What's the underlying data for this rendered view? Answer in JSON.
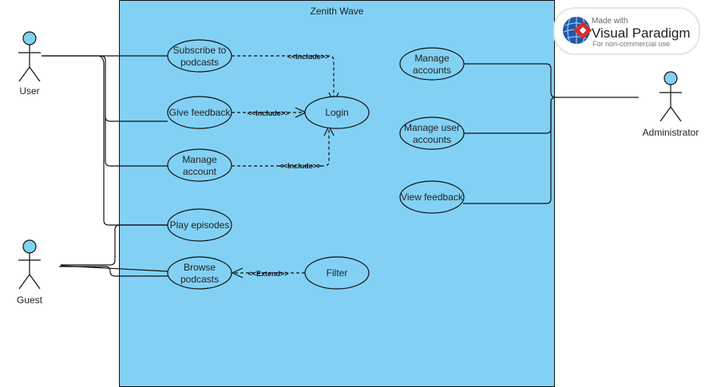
{
  "system": {
    "title": "Zenith Wave",
    "fill": "#82d1f5"
  },
  "actors": {
    "user": "User",
    "guest": "Guest",
    "admin": "Administrator"
  },
  "use_cases": {
    "subscribe": [
      "Subscribe to",
      "podcasts"
    ],
    "feedback": [
      "Give feedback"
    ],
    "manage_account": [
      "Manage",
      "account"
    ],
    "play": [
      "Play episodes"
    ],
    "browse": [
      "Browse",
      "podcasts"
    ],
    "login": [
      "Login"
    ],
    "filter": [
      "Filter"
    ],
    "manage_accounts": [
      "Manage",
      "accounts"
    ],
    "manage_user_accounts": [
      "Manage user",
      "accounts"
    ],
    "view_feedback": [
      "View feedback"
    ]
  },
  "stereotypes": {
    "include1": "<<Include>>",
    "include2": "<<Include>>",
    "include3": "<<Include>>",
    "extend": "<<Extend>>"
  },
  "watermark": {
    "line1": "Made with",
    "line2": "Visual Paradigm",
    "line3": "For non-commercial use",
    "logo": "visual-paradigm-logo-icon"
  }
}
